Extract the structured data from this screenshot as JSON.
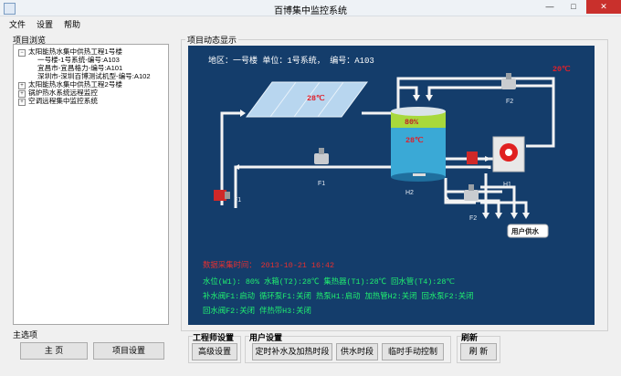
{
  "window": {
    "title": "百博集中监控系统",
    "minimize": "—",
    "maximize": "□",
    "close": "✕"
  },
  "menu": [
    "文件",
    "设置",
    "帮助"
  ],
  "left": {
    "tree_group_label": "项目浏览",
    "tree": [
      {
        "label": "太阳能热水集中供热工程1号楼",
        "expander": "−"
      },
      {
        "label": "一号楼-1号系统-编号:A103"
      },
      {
        "label": "宜昌市-宜昌格力-编号:A101"
      },
      {
        "label": "深圳市-深圳百博测试机型-编号:A102"
      },
      {
        "label": "太阳能热水集中供热工程2号楼",
        "expander": "+"
      },
      {
        "label": "锅炉热水系统远程监控",
        "expander": "+"
      },
      {
        "label": "空调远程集中监控系统",
        "expander": "+"
      }
    ],
    "main_group_label": "主选项",
    "home_button": "主 页",
    "project_settings_button": "项目设置"
  },
  "right": {
    "group_label": "项目动态显示",
    "header": "地区：一号楼   单位：1号系统，   编号：A103",
    "temps": {
      "outdoor": "20℃",
      "collector": "28℃",
      "tank": "28℃"
    },
    "tank_level": "80%",
    "labels": {
      "f1_left": "F1",
      "f1_pipe": "F1",
      "f2_top": "F2",
      "f2_right": "F2",
      "h2": "H2",
      "h1": "H1",
      "user_supply": "用户供水"
    },
    "acq_time": "数据采集时间： 2013-10-21  16:42",
    "status_rows": [
      "水位(W1): 80%   水箱(T2):28℃   集热器(T1):28℃   回水管(T4):28℃",
      "补水阀F1:启动   循环泵F1:关闭   热泵H1:启动   加热管H2:关闭   回水泵F2:关闭",
      "回水阀F2:关闭   伴热带H3:关闭"
    ]
  },
  "bottom": {
    "engineer": {
      "label": "工程师设置",
      "button": "高级设置"
    },
    "user": {
      "label": "用户设置",
      "buttons": [
        "定时补水及加热时段",
        "供水时段",
        "临时手动控制"
      ]
    },
    "refresh": {
      "label": "刷新",
      "button": "刷 新"
    }
  },
  "colors": {
    "canvas_bg": "#143d6b",
    "temp_red": "#e0202a",
    "status_green": "#20f070",
    "time_red": "#e83030",
    "level_green": "#a8d93c",
    "water_blue": "#3aa9d6"
  }
}
